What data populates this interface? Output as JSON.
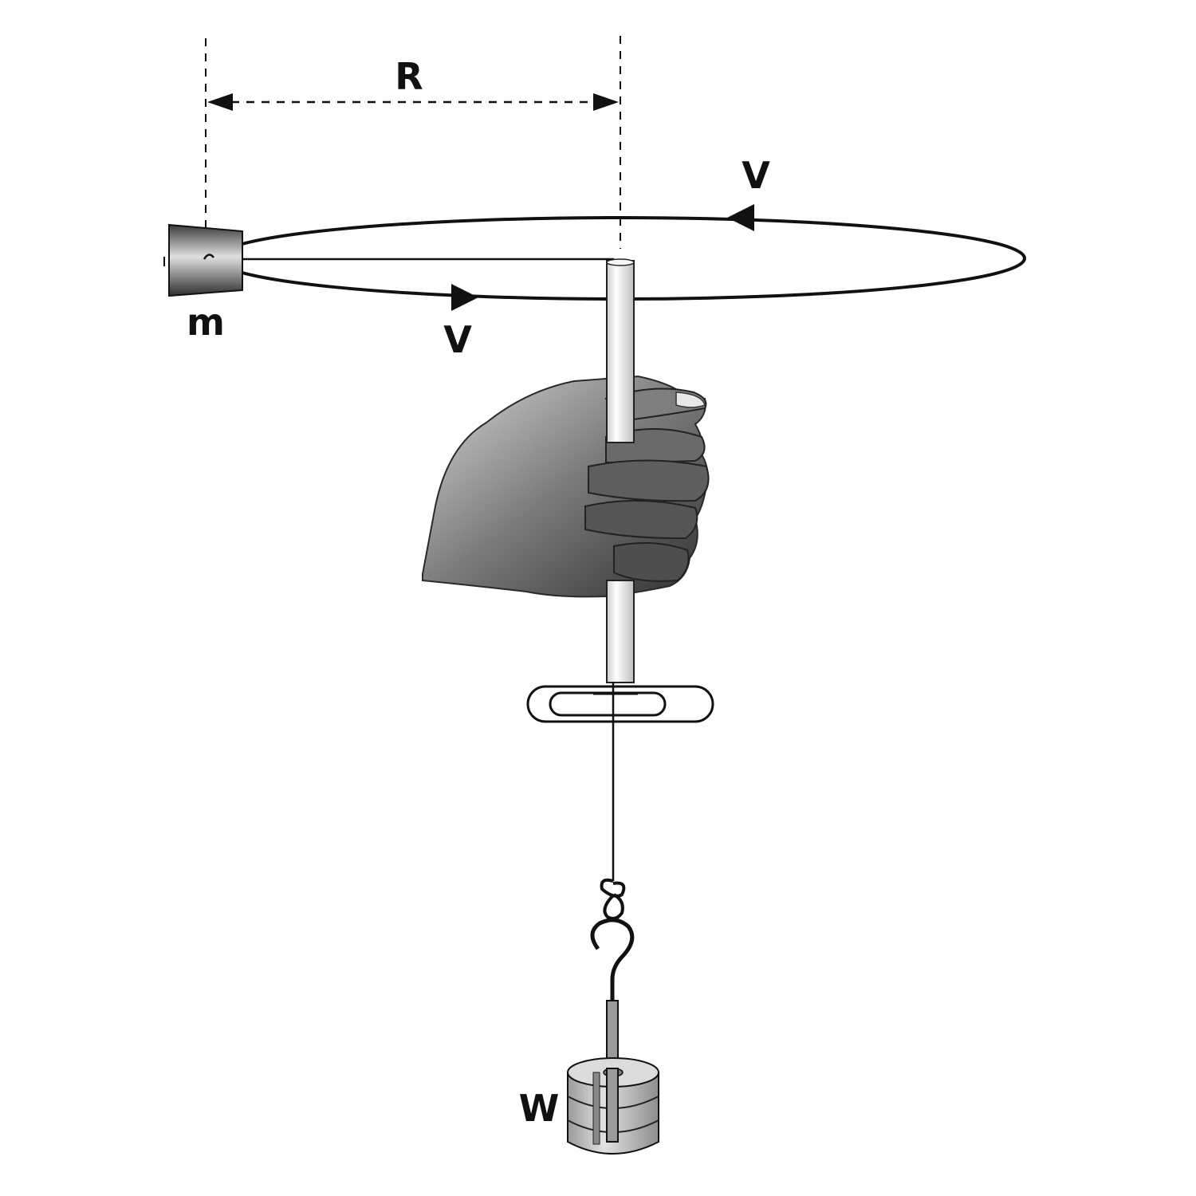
{
  "labels": {
    "radius": "R",
    "velocity_top": "V",
    "velocity_bottom": "V",
    "mass": "m",
    "weight": "W"
  },
  "colors": {
    "ink": "#111111",
    "stopper_dark": "#444444",
    "stopper_light": "#d8d8d8",
    "tube": "#f2f2f2",
    "skin_dark": "#3a3a3a",
    "skin_mid": "#8a8a8a",
    "skin_light": "#cfcfcf",
    "weight_fill": "#c8c8c8"
  }
}
